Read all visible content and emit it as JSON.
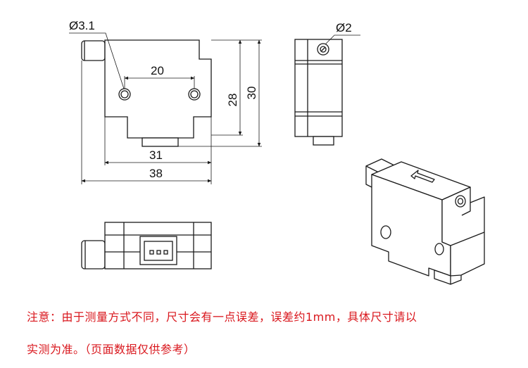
{
  "dimensions": {
    "hole_dia_front": "Ø3.1",
    "hole_spacing": "20",
    "height_inner": "28",
    "height_outer": "30",
    "width_inner": "31",
    "width_outer": "38",
    "hole_dia_side": "Ø2"
  },
  "note": {
    "line1": "注意：由于测量方式不同，尺寸会有一点误差，误差约1mm，具体尺寸请以",
    "line2": "实测为准。（页面数据仅供参考）"
  },
  "colors": {
    "note_text": "#d9161c",
    "line": "#1a1a1a"
  }
}
